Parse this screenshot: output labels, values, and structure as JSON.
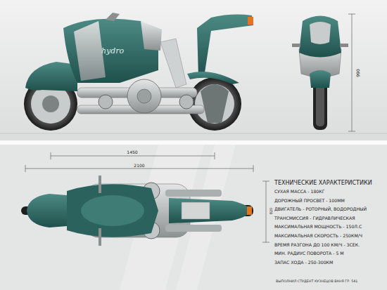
{
  "diagram": {
    "title": "ТЕХНИЧЕСКИЕ ХАРАКТЕРИСТИКИ",
    "labels": [
      "hydro",
      "1450",
      "2100",
      "990",
      "820",
      "СУХАЯ МАССА - 180КГ",
      "ДОРОЖНЫЙ ПРОСВЕТ - 100ММ",
      "ДВИГАТЕЛЬ - РОТОРНЫЙ, ВОДОРОДНЫЙ",
      "ТРАНСМИССИЯ - ГИДРАВЛИЧЕСКАЯ",
      "МАКСИМАЛЬНАЯ МОЩНОСТЬ - 150Л.С",
      "МАКСИМАЛЬНАЯ СКОРОСТЬ - 250КМ/Ч",
      "ВРЕМЯ РАЗГОНА ДО 100 КМ/Ч - 3СЕК.",
      "МИН. РАДИУС ПОВОРОТА - 5 М",
      "ЗАПАС ХОДА - 250-300КМ",
      "ВЫПОЛНИЛ СТУДЕНТ КУЗНЕЦОВ ВАНЯ ГР. 541"
    ]
  }
}
